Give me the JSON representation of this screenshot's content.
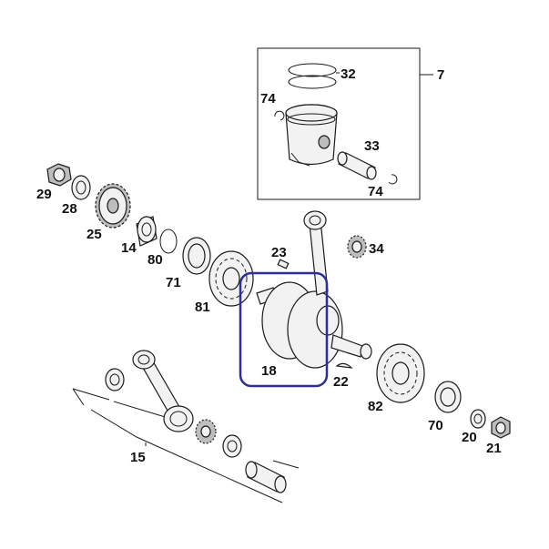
{
  "diagram": {
    "labels": {
      "p7": "7",
      "p32": "32",
      "p74a": "74",
      "p33": "33",
      "p74b": "74",
      "p29": "29",
      "p28": "28",
      "p25": "25",
      "p14": "14",
      "p80": "80",
      "p71": "71",
      "p81": "81",
      "p23": "23",
      "p34": "34",
      "p18": "18",
      "p22": "22",
      "p82": "82",
      "p70": "70",
      "p20": "20",
      "p21": "21",
      "p15": "15"
    },
    "highlight_color": "#2a2f9b",
    "part_color": "#f2f2f2"
  }
}
